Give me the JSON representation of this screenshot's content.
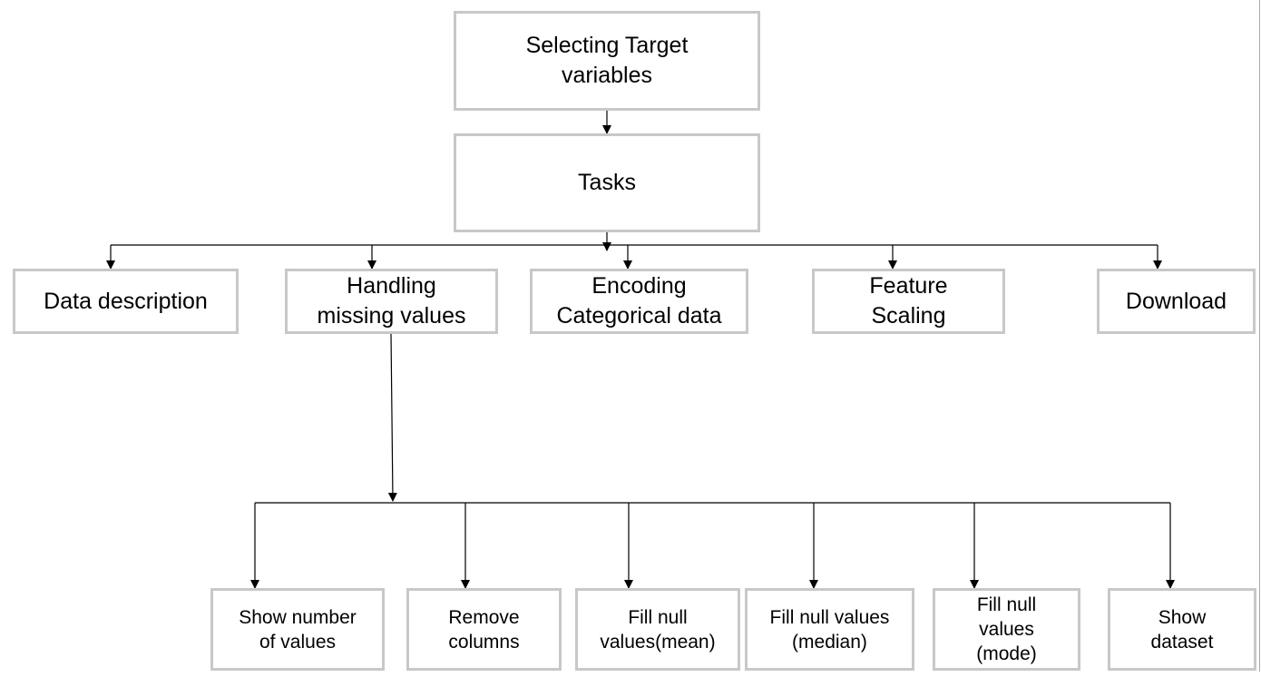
{
  "diagram": {
    "root": {
      "label": "Selecting Target\nvariables"
    },
    "tasks": {
      "label": "Tasks"
    },
    "task_items": [
      {
        "id": "data-description",
        "label": "Data description"
      },
      {
        "id": "handling-missing-values",
        "label": "Handling\nmissing values"
      },
      {
        "id": "encoding-categorical-data",
        "label": "Encoding\nCategorical data"
      },
      {
        "id": "feature-scaling",
        "label": "Feature\nScaling"
      },
      {
        "id": "download",
        "label": "Download"
      }
    ],
    "missing_value_options": [
      {
        "id": "show-number-of-values",
        "label": "Show number\nof values"
      },
      {
        "id": "remove-columns",
        "label": "Remove\ncolumns"
      },
      {
        "id": "fill-null-values-mean",
        "label": "Fill null\nvalues(mean)"
      },
      {
        "id": "fill-null-values-median",
        "label": "Fill null values\n(median)"
      },
      {
        "id": "fill-null-values-mode",
        "label": "Fill null\nvalues\n(mode)"
      },
      {
        "id": "show-dataset",
        "label": "Show\ndataset"
      }
    ],
    "colors": {
      "box_border": "#c8c8c8",
      "connector": "#000000",
      "text": "#000000",
      "background": "#ffffff"
    }
  }
}
